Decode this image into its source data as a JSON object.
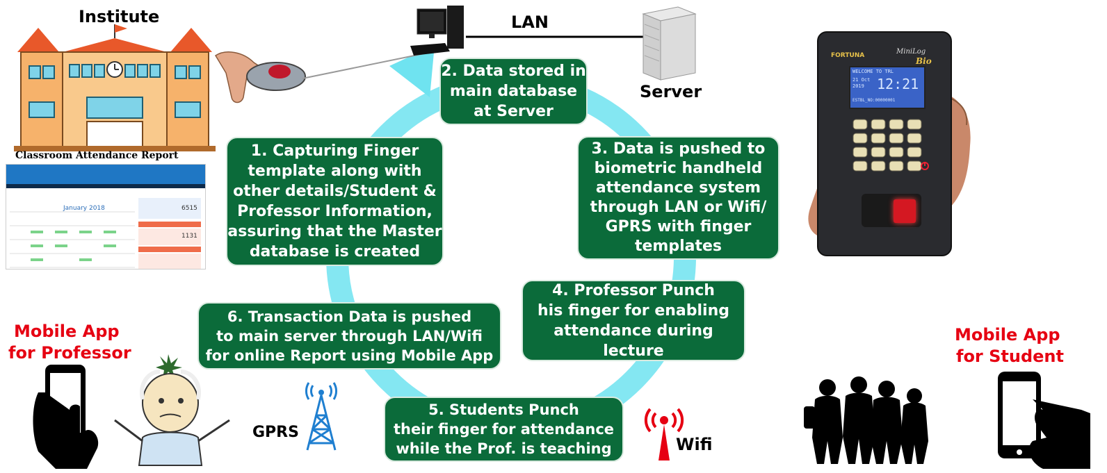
{
  "labels": {
    "institute": "Institute",
    "lan": "LAN",
    "server": "Server",
    "report_title": "Classroom Attendance Report",
    "gprs": "GPRS",
    "wifi": "Wifi",
    "mobile_prof_line1": "Mobile App",
    "mobile_prof_line2": "for Professor",
    "mobile_student_line1": "Mobile App",
    "mobile_student_line2": "for Student"
  },
  "steps": [
    {
      "line1": "1. Capturing Finger",
      "line2": "template along with",
      "line3": "other details/Student &",
      "line4": "Professor Information,",
      "line5": "assuring that the Master",
      "line6": "database is created"
    },
    {
      "line1": "2. Data stored in",
      "line2": "main database",
      "line3": "at Server"
    },
    {
      "line1": "3. Data is pushed to",
      "line2": "biometric handheld",
      "line3": "attendance system",
      "line4": "through LAN or Wifi/",
      "line5": "GPRS with finger",
      "line6": "templates"
    },
    {
      "line1": "4. Professor Punch",
      "line2": "his finger for enabling",
      "line3": "attendance during lecture"
    },
    {
      "line1": "5. Students Punch",
      "line2": "their finger for attendance",
      "line3": "while the Prof. is teaching"
    },
    {
      "line1": "6. Transaction Data is pushed",
      "line2": "to main server through LAN/Wifi",
      "line3": "for online Report using Mobile App"
    }
  ],
  "device": {
    "brand": "FORTUNA",
    "model": "MiniLog",
    "model_suffix": "Bio",
    "screen_line1": "WELCOME TO TRL",
    "screen_date": "21 Oct",
    "screen_year": "2019",
    "screen_time": "12:21",
    "screen_id": "ESTBL_NO:00000001"
  },
  "report": {
    "month": "January 2018",
    "stat1": "6515",
    "stat2": "1131"
  },
  "colors": {
    "box_green": "#0b6b3a",
    "cycle_blue": "#6fe3f0",
    "label_red": "#e60012"
  }
}
